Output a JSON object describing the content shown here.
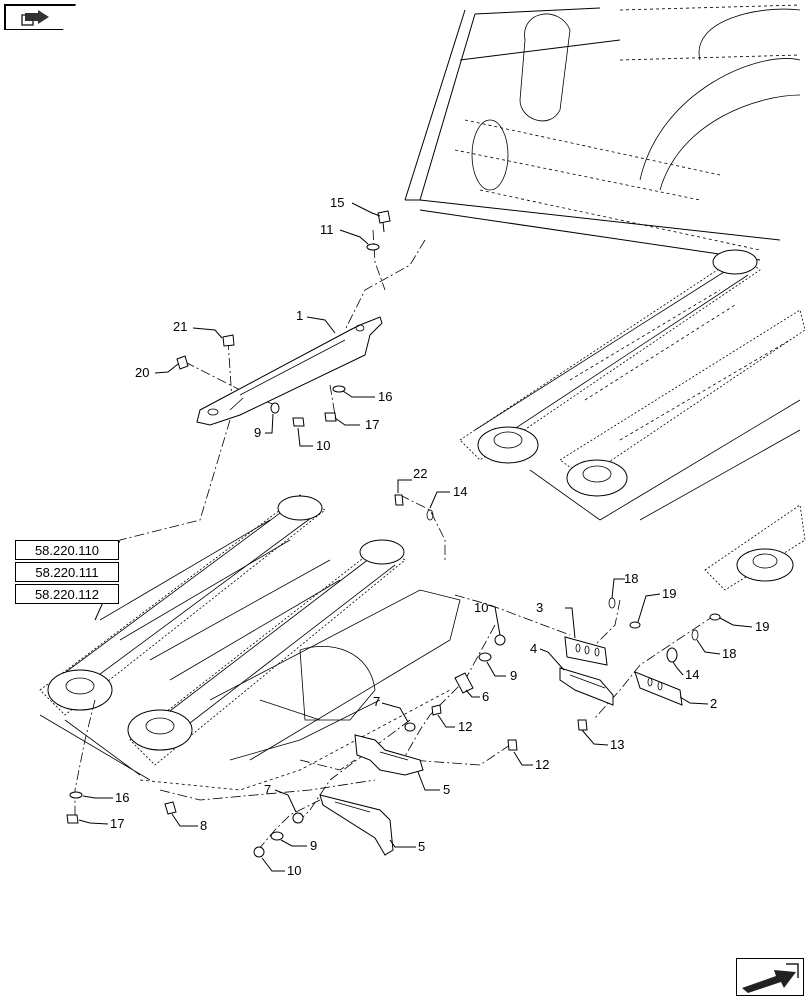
{
  "navigation": {
    "top_icon": "book-arrow-icon",
    "bottom_icon": "next-page-arrow-icon"
  },
  "references": [
    "58.220.110",
    "58.220.111",
    "58.220.112"
  ],
  "callouts": {
    "c1": "1",
    "c2": "2",
    "c3": "3",
    "c4": "4",
    "c5a": "5",
    "c5b": "5",
    "c6": "6",
    "c7a": "7",
    "c7b": "7",
    "c8": "8",
    "c9a": "9",
    "c9b": "9",
    "c9c": "9",
    "c10a": "10",
    "c10b": "10",
    "c10c": "10",
    "c11": "11",
    "c12a": "12",
    "c12b": "12",
    "c13": "13",
    "c14a": "14",
    "c14b": "14",
    "c15": "15",
    "c16a": "16",
    "c16b": "16",
    "c17a": "17",
    "c17b": "17",
    "c18a": "18",
    "c18b": "18",
    "c19a": "19",
    "c19b": "19",
    "c20": "20",
    "c21": "21",
    "c22": "22"
  }
}
